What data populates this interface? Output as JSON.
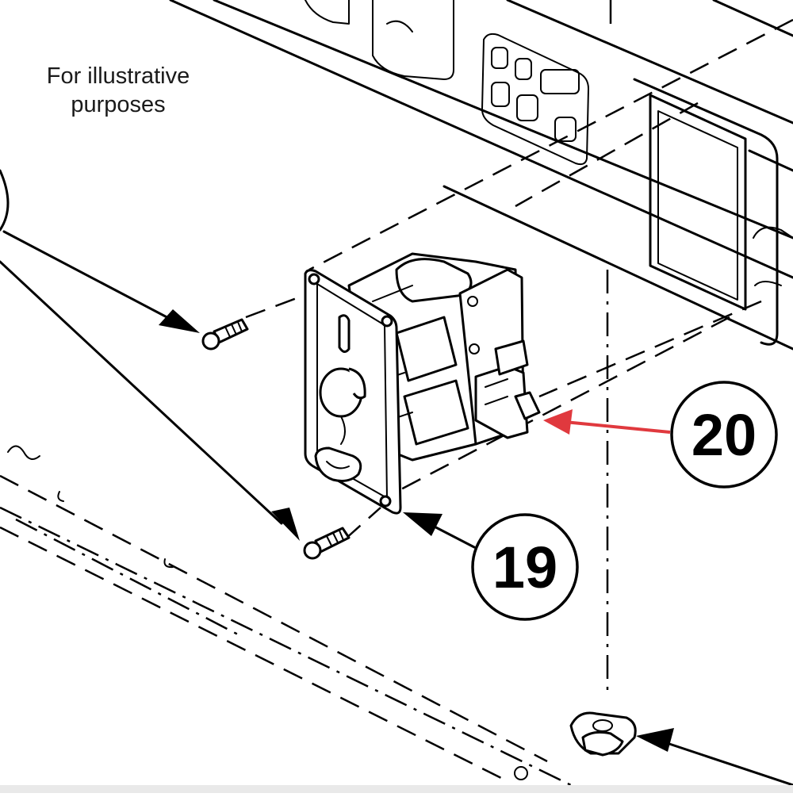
{
  "note": "For illustrative purposes",
  "callouts": [
    {
      "id": "20",
      "label": "20",
      "color": "#e0393e"
    },
    {
      "id": "19",
      "label": "19",
      "color": "#000000"
    }
  ],
  "colors": {
    "line": "#000000",
    "highlight_arrow": "#e0393e",
    "background": "#ffffff"
  }
}
